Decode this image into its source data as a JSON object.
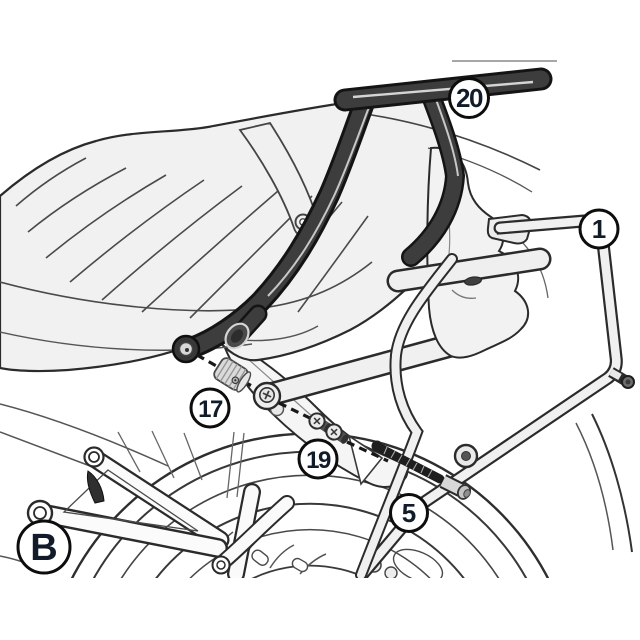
{
  "callouts": [
    {
      "label": "20",
      "part": "top-rack-tube"
    },
    {
      "label": "1",
      "part": "side-case-frame"
    },
    {
      "label": "17",
      "part": "knurled-spacer"
    },
    {
      "label": "19",
      "part": "shoulder-screws"
    },
    {
      "label": "5",
      "part": "threaded-bolt-with-spacer"
    },
    {
      "label": "B",
      "part": "reference-view-b"
    }
  ],
  "colors": {
    "background": "#ffffff",
    "outline": "#2b2b2b",
    "panel_fill": "#f1f1f1",
    "rack_dark": "#3d3d3d",
    "rack_edge": "#141414",
    "rack_highlight": "#c8c8c8",
    "callout_fill": "#ffffff",
    "callout_border": "#0d0d0d",
    "callout_text": "#111b2a",
    "dash_color": "#181818",
    "metal_light": "#dadada"
  }
}
